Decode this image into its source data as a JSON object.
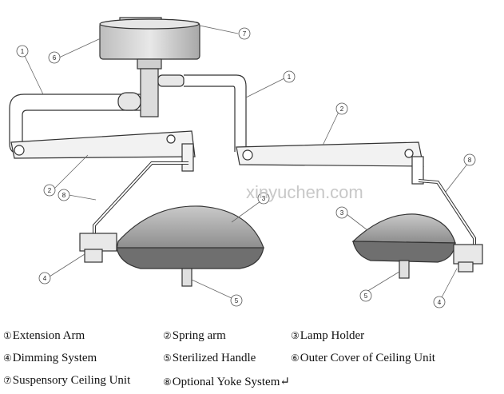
{
  "watermark": "xinyuchen.com",
  "callouts": [
    "1",
    "2",
    "3",
    "4",
    "5",
    "6",
    "7",
    "8"
  ],
  "legend": [
    {
      "num": "①",
      "label": "Extension Arm"
    },
    {
      "num": "②",
      "label": "Spring arm"
    },
    {
      "num": "③",
      "label": "Lamp Holder"
    },
    {
      "num": "④",
      "label": "Dimming System"
    },
    {
      "num": "⑤",
      "label": "Sterilized Handle"
    },
    {
      "num": "⑥",
      "label": "Outer Cover of Ceiling Unit"
    },
    {
      "num": "⑦",
      "label": "Suspensory Ceiling Unit"
    },
    {
      "num": "⑧",
      "label": "Optional Yoke System↵"
    }
  ],
  "colors": {
    "line": "#333333",
    "lamp_fill": "#9a9a9a",
    "arm_fill": "#ffffff"
  }
}
